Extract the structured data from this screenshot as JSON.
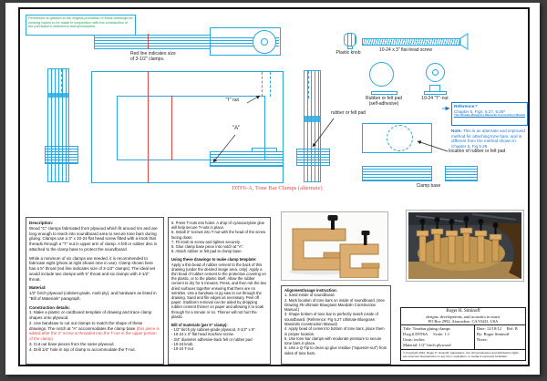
{
  "colors": {
    "cyan": "#2AA9E0",
    "red": "#E04848",
    "green": "#17A258",
    "blue": "#1C79D0"
  },
  "disclaimer": "Permission is granted to the original purchaser of these drawings for working copies to be made in conjunction with the construction of the purchaser's instrument and accessories.",
  "drawing": {
    "red_line_note": "Red line indicates size\nof 3-1/2\" clamps.",
    "t_nut_label": "\"T\" nut",
    "a_label": "\"A\"",
    "caption": "DTF6-A, Tone Bar Clamps (alternate)",
    "rubber_felt_pad_label": "rubber or felt pad",
    "pad_location_label": "location of rubber or felt pad",
    "clamp_base_label": "Clamp base",
    "plastic_knob_label": "Plastic knob",
    "screw_label": "10-24 x 3\" flat-head screw",
    "pad_label_1": "Rubber or felt pad",
    "pad_label_2": "(self-adhesive)",
    "t_nut_part_label": "10-24 \"T\"-nut"
  },
  "reference_box": {
    "title": "Reference:*",
    "chapter": "Chapter 5, Figs. 5.27, 5.28*",
    "manual": "The Ultimate Bluegrass Mandolin Construction Manual",
    "note_bold": "Note:",
    "note": " This is an alternate and improved method for attaching tone bars, and is different from the method shown in Chapter 5, Fig 5.28."
  },
  "description_box": {
    "heading": "Description:",
    "p1": "Wood \"C\" clamps fabricated from plywood which fit around rim and are long enough to reach into soundboard area to secure tone bars during gluing. Clamps use a 3\" x 10-24 flat head screw fitted with a knob that threads through a \"T\" nut in upper arm of clamp. A felt or rubber disc is attached to the clamp base to protect the soundboard.",
    "p2": "While a minimum of six clamps are needed, it is recommended to fabricate eight (photo at right shows nine in use). Clamp shown here has a 5\" throat (red line indicates size of 3-1/2\" clamps). The ideal set would include two clamps with 5\" throat and six clamps with 3-1/2\" throat.",
    "material_heading": "Material:",
    "material": "1/2\" birch plywood (cabinet grade, multi ply), and hardware as listed in \"Bill of Materials\" paragraph.",
    "construction_heading": "Construction details:",
    "step1": "1. Make a plastic or cardboard template of drawing and trace clamp shapes onto plywood.",
    "step2a": "2. Use bandsaw to cut out clamps to match the shape of these drawings. The notch at \"A\" accommodates the clamp base ",
    "step2b": "(this piece is added after the 3\" screw is threaded into the T-nut in the upper portion of the clamp).",
    "step3": "3. Cut out base pieces from the same plywood.",
    "step4": "4. Drill 1/4\" hole in top of clamp to accommodate the T-nut."
  },
  "steps_box": {
    "step5": "5. Press T-nuts into holes. A drop of cyanoacrylate glue will help secure T-nuts in place.",
    "step6": "6. Install 3\" screws into T-nut with the head of the screw facing down.",
    "step7": "7. Fit knob to screw and tighten securely.",
    "step8": "8. Glue clamp base piece into notch at \"A\".",
    "step9": "9. Attach rubber or felt pad to clamp base.",
    "template_heading": "Using these drawings to make clamp template:",
    "template_text": "Apply a thin bead of rubber cement to the back of this drawing (under the desired image area, only). Apply a thin bead of rubber cement to the protective covering on the plastic, or to the plastic itself. Allow the rubber cement to dry for 5 minutes. Press, and then rub the two dried surfaces together ensuring that there are no wrinkles. Use a bandsaw or jig saw to cut through the drawing. Sand and file edges as necessary. Peel off paper. Stubborn removal can be aided by dropping rubber cement thinner on paper and allowing it to soak through for a minute or so. Thinner will not hurt the plastic.",
    "bom_heading": "Bill of materials (per 5\" clamp):",
    "bom1": "- 1/2\" birch ply cabinet-grade plywood, 3-1/2\" x 6\".",
    "bom2": "- 10-24 x 3\" flat head machine screw.",
    "bom3": "- 3/4\" diameter adhesive-back felt or rubber pad",
    "bom4": "- 10-24 knob",
    "bom5": "- 10-24 T-nut"
  },
  "alignment_box": {
    "heading": "Alignment/usage instruction:",
    "item1": "1. Sand inside of soundboard.",
    "item2": "2. Mark location of tone bars on inside of soundboard. (See Drawing #5 Ultimate Bluegrass Mandolin Construction Manual.)",
    "item3": "3. Shape bottom of tone bar to perfectly match inside of soundboard. (Reference: Fig 5.27 Ultimate Bluegrass Mandolin Construction Manual)",
    "item4": "4. Apply bead of cement to bottom of tone bars, place them in proper location.",
    "item5": "5. Use tone bar clamps with moderate pressure to secure tone bars in place.",
    "item6": "6. Use a Q-Tip to clean up glue residue (\"squeeze-out\") from sides of tone bars."
  },
  "title_block": {
    "name": "Roger H. Siminoff",
    "tagline": "designs, developments, and acoustics in music",
    "address": "PO Box 2992, Atascadero, CA 93423, USA",
    "title": "Title: Tonebar gluing clamps",
    "dwg": "Dwg.# DTF6A",
    "scale": "Scale: 1:1",
    "units": "Units: inches",
    "material": "Material: 1/2\" birch plywood",
    "date": "Date: 12/18/12",
    "ref": "Ref: B",
    "by": "By: Roger Siminoff",
    "notes": "Notes:",
    "copyright": "© Copyright 2012, Roger H. Siminoff, Atascadero, CA. All reproduction and distribution rights are reserved. Reproduction in any form, replication, or media is expressly forbidden."
  }
}
